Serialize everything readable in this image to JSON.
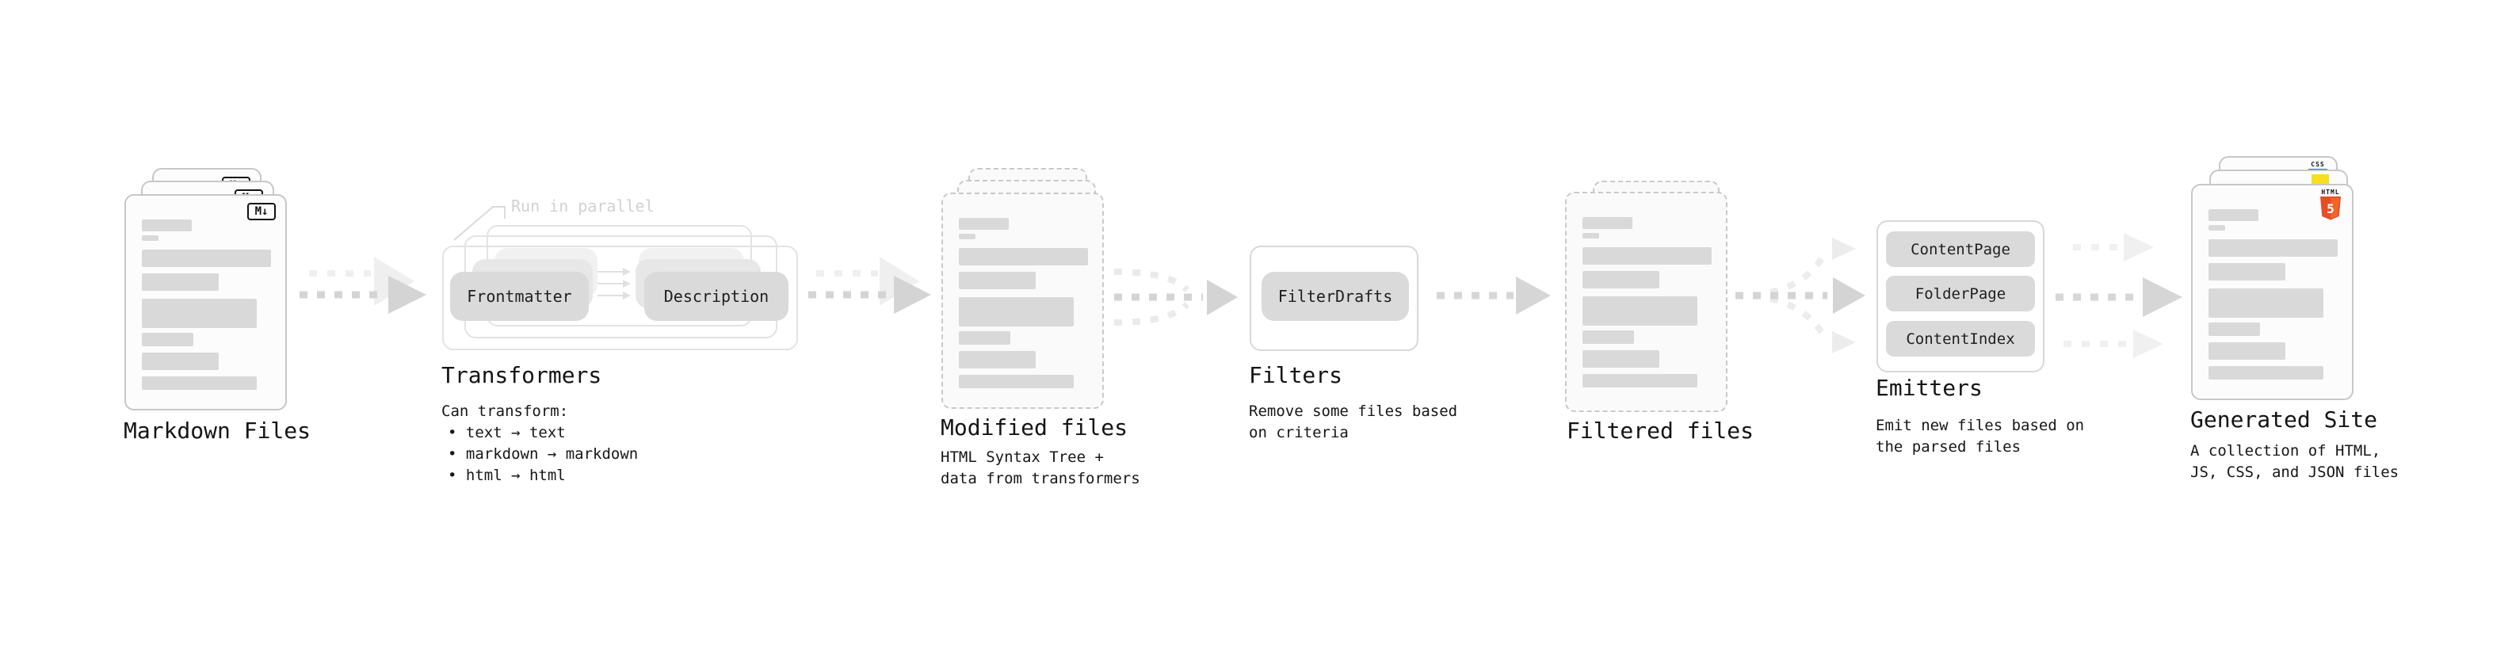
{
  "stages": {
    "markdown_files": {
      "label": "Markdown Files",
      "badge": "M↓"
    },
    "transformers": {
      "label": "Transformers",
      "annotation": "Run in parallel",
      "pill_left": "Frontmatter",
      "pill_right": "Description",
      "desc_title": "Can transform:",
      "bullets": [
        "• text → text",
        "• markdown → markdown",
        "• html → html"
      ]
    },
    "modified_files": {
      "label": "Modified files",
      "desc": [
        "HTML Syntax Tree +",
        "data from transformers"
      ]
    },
    "filters": {
      "label": "Filters",
      "pill": "FilterDrafts",
      "desc": [
        "Remove some files based",
        "on criteria"
      ]
    },
    "filtered_files": {
      "label": "Filtered files"
    },
    "emitters": {
      "label": "Emitters",
      "pills": [
        "ContentPage",
        "FolderPage",
        "ContentIndex"
      ],
      "desc": [
        "Emit new files based on",
        "the parsed files"
      ]
    },
    "generated_site": {
      "label": "Generated Site",
      "desc": [
        "A collection of HTML,",
        "JS, CSS, and JSON files"
      ],
      "badges": {
        "html_word": "HTML",
        "html_number": "5",
        "css_word": "CSS"
      }
    }
  },
  "colors": {
    "text": "#141414",
    "card_border": "#c7c7c7",
    "bar_gray": "#d9d9d9",
    "arrow_dark": "#d4d4d4",
    "arrow_light": "#efefef",
    "annotation_gray": "#d2d2d2",
    "html5_orange": "#e44d26",
    "html5_orange_light": "#f16529",
    "js_yellow": "#f7df1e",
    "css_blue": "#2e6ce8"
  }
}
